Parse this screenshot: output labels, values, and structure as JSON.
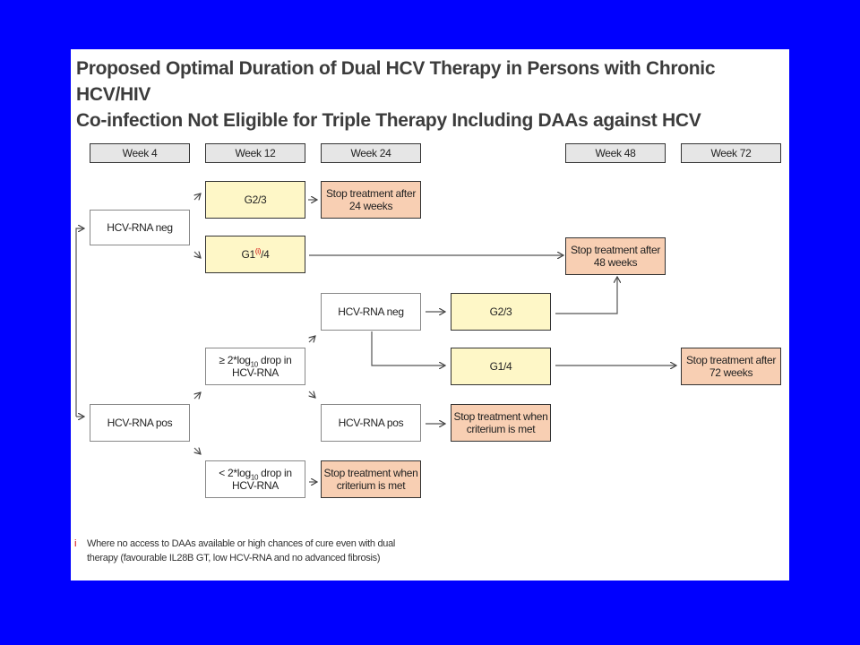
{
  "title": {
    "line1": "Proposed Optimal Duration of Dual HCV Therapy in Persons with Chronic HCV/HIV",
    "line2": "Co-infection Not Eligible for Triple Therapy Including DAAs against HCV"
  },
  "weeks": [
    "Week 4",
    "Week 12",
    "Week 24",
    "Week 48",
    "Week 72"
  ],
  "nodes": {
    "hcv_rna_neg_w4": "HCV-RNA neg",
    "hcv_rna_pos_w4": "HCV-RNA pos",
    "g23_w12": "G2/3",
    "g14_w12_pre": "G1",
    "g14_w12_sup": "(i)",
    "g14_w12_post": "/4",
    "stop_24_line1": "Stop treatment after",
    "stop_24_line2": "24 weeks",
    "stop_48_line1": "Stop treatment after",
    "stop_48_line2": "48 weeks",
    "drop_ge_pre": "≥ 2*log",
    "drop_ge_sub": "10",
    "drop_ge_post": " drop in",
    "drop_ge_line2": "HCV-RNA",
    "drop_lt_pre": "< 2*log",
    "drop_lt_sub": "10",
    "drop_lt_post": " drop in",
    "drop_lt_line2": "HCV-RNA",
    "hcv_rna_neg_w24": "HCV-RNA neg",
    "hcv_rna_pos_w24": "HCV-RNA pos",
    "g23_w24": "G2/3",
    "g14_w24": "G1/4",
    "stop_72_line1": "Stop treatment after",
    "stop_72_line2": "72 weeks",
    "stop_crit_a_line1": "Stop treatment when",
    "stop_crit_a_line2": "criterium is met",
    "stop_crit_b_line1": "Stop treatment when",
    "stop_crit_b_line2": "criterium is met"
  },
  "footnote": {
    "mark": "i",
    "line1": "Where no access to DAAs available or high chances of cure even with dual",
    "line2": "therapy (favourable IL28B GT, low HCV-RNA and no advanced fibrosis)"
  },
  "colors": {
    "background": "#0000ff",
    "header_fill": "#e6e6e6",
    "genotype_fill": "#fef7c7",
    "stop_fill": "#f8cfb3",
    "footnote_mark": "#d00000"
  }
}
